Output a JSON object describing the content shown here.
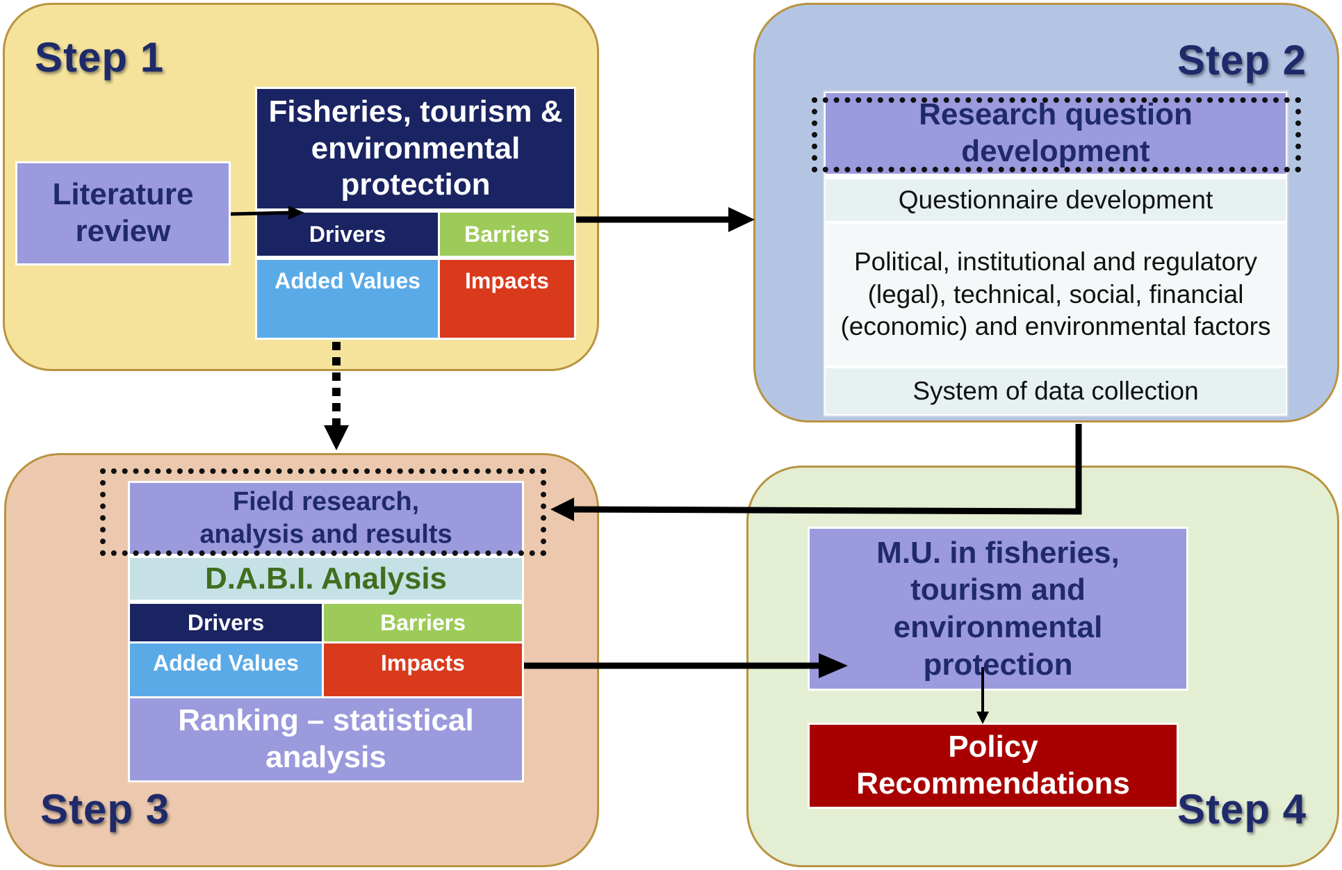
{
  "colors": {
    "step1_bg": "#f5e39c",
    "step2_bg": "#b4c5e4",
    "step3_bg": "#ecc9ae",
    "step4_bg": "#e3eed3",
    "panel_border": "#b8933f",
    "navy": "#1a2462",
    "lavender": "#9b9add",
    "green": "#9dcb59",
    "blue": "#5aaae8",
    "red": "#d93a1c",
    "dark_red": "#a80000",
    "teal_light": "#c5e1e5",
    "label_text": "#1f2a6b",
    "dabi_green": "#3f6e1f"
  },
  "step1": {
    "label": "Step 1",
    "literature_review": "Literature review",
    "header": "Fisheries, tourism & environmental protection",
    "drivers": "Drivers",
    "barriers": "Barriers",
    "added_values": "Added Values",
    "impacts": "Impacts"
  },
  "step2": {
    "label": "Step 2",
    "research_question": "Research question development",
    "rows": [
      "Questionnaire development",
      "Political, institutional and regulatory (legal), technical, social, financial (economic) and environmental factors",
      "System of data collection"
    ]
  },
  "step3": {
    "label": "Step 3",
    "field_research": "Field research, analysis and results",
    "dabi": "D.A.B.I. Analysis",
    "drivers": "Drivers",
    "barriers": "Barriers",
    "added_values": "Added Values",
    "impacts": "Impacts",
    "ranking": "Ranking – statistical analysis"
  },
  "step4": {
    "label": "Step 4",
    "mu": "M.U. in fisheries, tourism and environmental protection",
    "policy": "Policy Recommendations"
  }
}
